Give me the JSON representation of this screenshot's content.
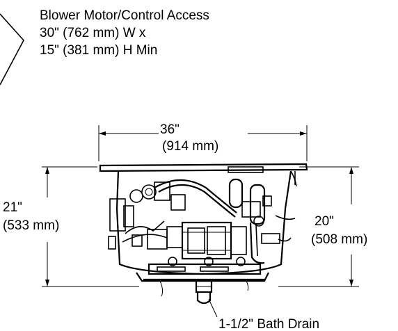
{
  "access_note": {
    "line1": "Blower Motor/Control Access",
    "line2": "30\" (762 mm) W x",
    "line3": "15\" (381 mm) H Min"
  },
  "width_dim": {
    "imperial": "36\"",
    "metric": "(914 mm)"
  },
  "left_height_dim": {
    "imperial": "21\"",
    "metric": "(533 mm)"
  },
  "right_height_dim": {
    "imperial": "20\"",
    "metric": "(508 mm)"
  },
  "drain_label": "1-1/2\" Bath Drain"
}
